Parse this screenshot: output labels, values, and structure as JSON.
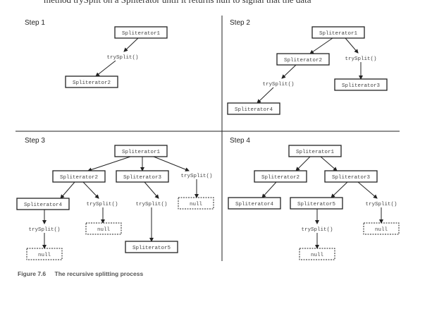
{
  "top_text": "method trySplit on a Spliterator until it returns null to signal that the data",
  "caption": {
    "number": "Figure 7.6",
    "title": "The recursive splitting process"
  },
  "steps": [
    {
      "label": "Step 1",
      "nodes": {
        "s1": "Spliterator1",
        "t1": "trySplit()",
        "s2": "Spliterator2"
      }
    },
    {
      "label": "Step 2",
      "nodes": {
        "s1": "Spliterator1",
        "s2": "Spliterator2",
        "ta": "trySplit()",
        "s3": "Spliterator3",
        "tb": "trySplit()",
        "s4": "Spliterator4"
      }
    },
    {
      "label": "Step 3",
      "nodes": {
        "s1": "Spliterator1",
        "s2": "Spliterator2",
        "s3": "Spliterator3",
        "ta": "trySplit()",
        "s4": "Spliterator4",
        "tb": "trySplit()",
        "tc": "trySplit()",
        "na": "null",
        "nb": "null",
        "td": "trySplit()",
        "s5": "Spliterator5",
        "nc": "null"
      }
    },
    {
      "label": "Step 4",
      "nodes": {
        "s1": "Spliterator1",
        "s2": "Spliterator2",
        "s3": "Spliterator3",
        "s4": "Spliterator4",
        "s5": "Spliterator5",
        "ta": "trySplit()",
        "na": "null",
        "tb": "trySplit()",
        "nb": "null"
      }
    }
  ]
}
